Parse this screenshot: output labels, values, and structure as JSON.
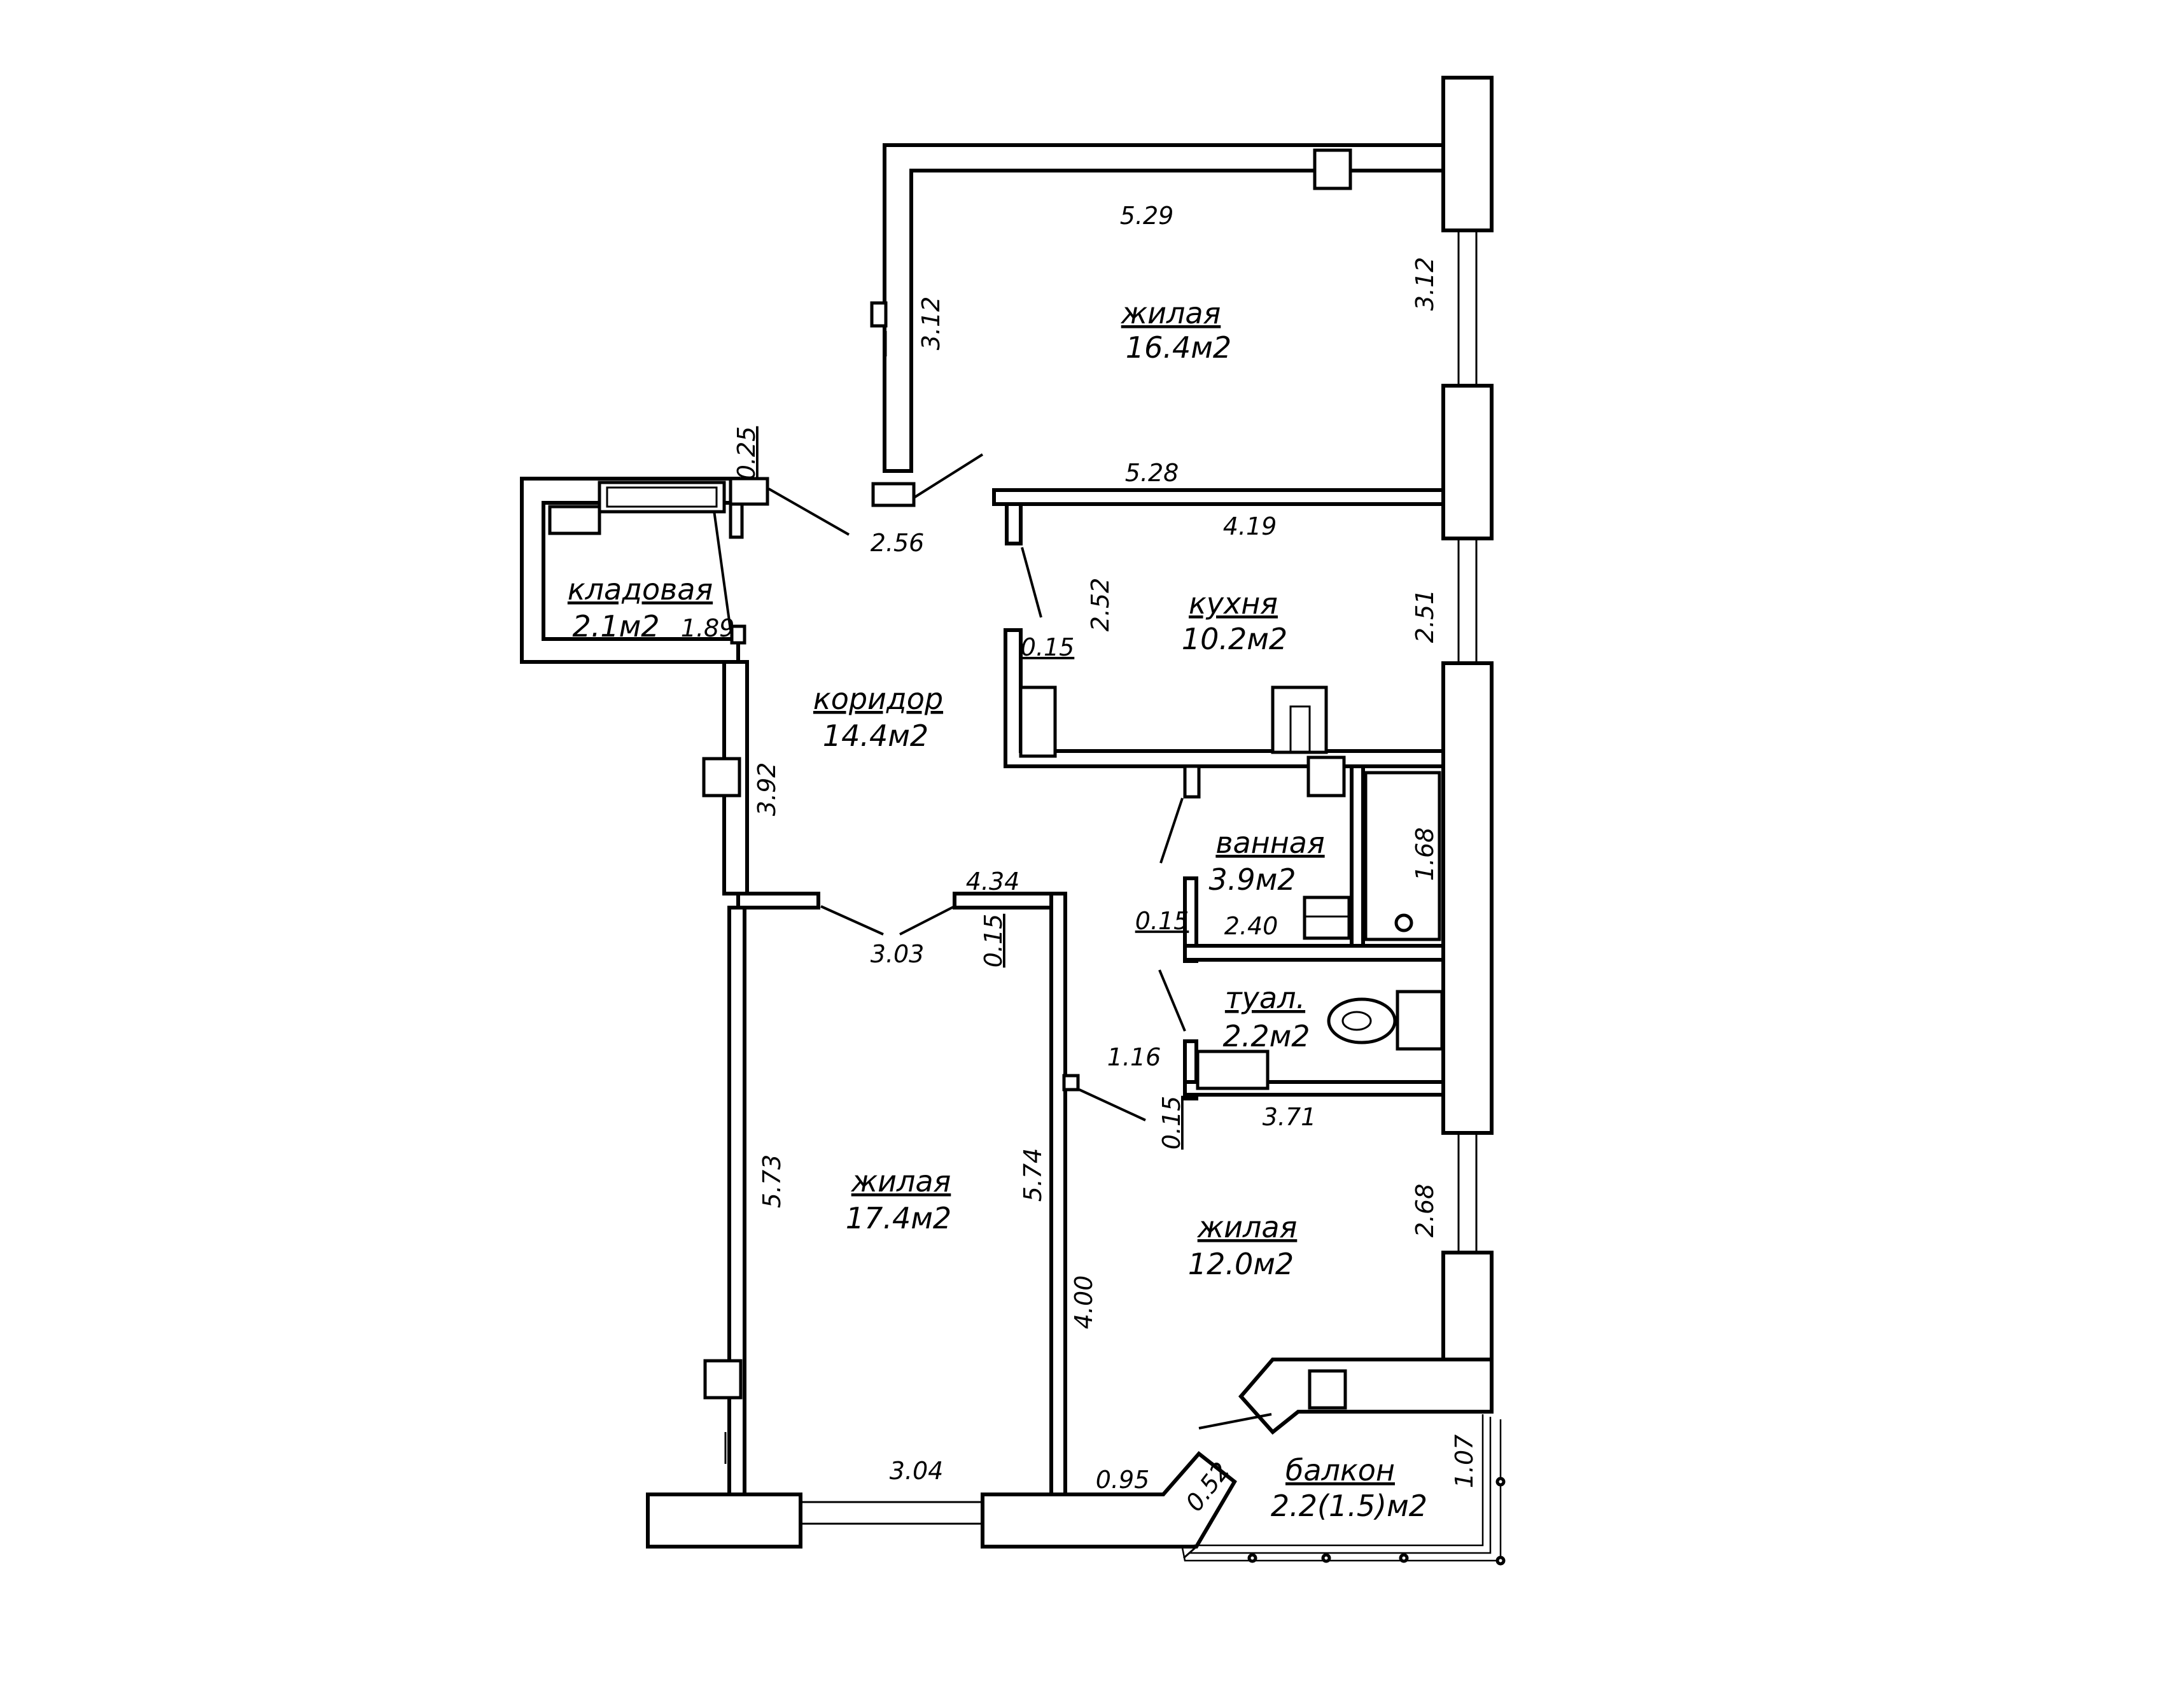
{
  "rooms": {
    "living_top": {
      "name": "жилая",
      "area": "16.4м2"
    },
    "storage": {
      "name": "кладовая",
      "area": "2.1м2"
    },
    "corridor": {
      "name": "коридор",
      "area": "14.4м2"
    },
    "kitchen": {
      "name": "кухня",
      "area": "10.2м2"
    },
    "bathroom": {
      "name": "ванная",
      "area": "3.9м2"
    },
    "toilet": {
      "name": "туал.",
      "area": "2.2м2"
    },
    "living_left": {
      "name": "жилая",
      "area": "17.4м2"
    },
    "living_right": {
      "name": "жилая",
      "area": "12.0м2"
    },
    "balcony": {
      "name": "балкон",
      "area": "2.2(1.5)м2"
    }
  },
  "dimensions": {
    "d529": "5.29",
    "d312a": "3.12",
    "d312b": "3.12",
    "d528": "5.28",
    "d025": "0.25",
    "d256": "2.56",
    "d419": "4.19",
    "d252": "2.52",
    "d251": "2.51",
    "d189": "1.89",
    "d015a": "0.15",
    "d392": "3.92",
    "d168": "1.68",
    "d434": "4.34",
    "d015b": "0.15",
    "d240": "2.40",
    "d303": "3.03",
    "d015c": "0.15",
    "d116": "1.16",
    "d015d": "0.15",
    "d371": "3.71",
    "d573": "5.73",
    "d574": "5.74",
    "d268": "2.68",
    "d400": "4.00",
    "d304": "3.04",
    "d095": "0.95",
    "d052": "0.52",
    "d107": "1.07"
  }
}
